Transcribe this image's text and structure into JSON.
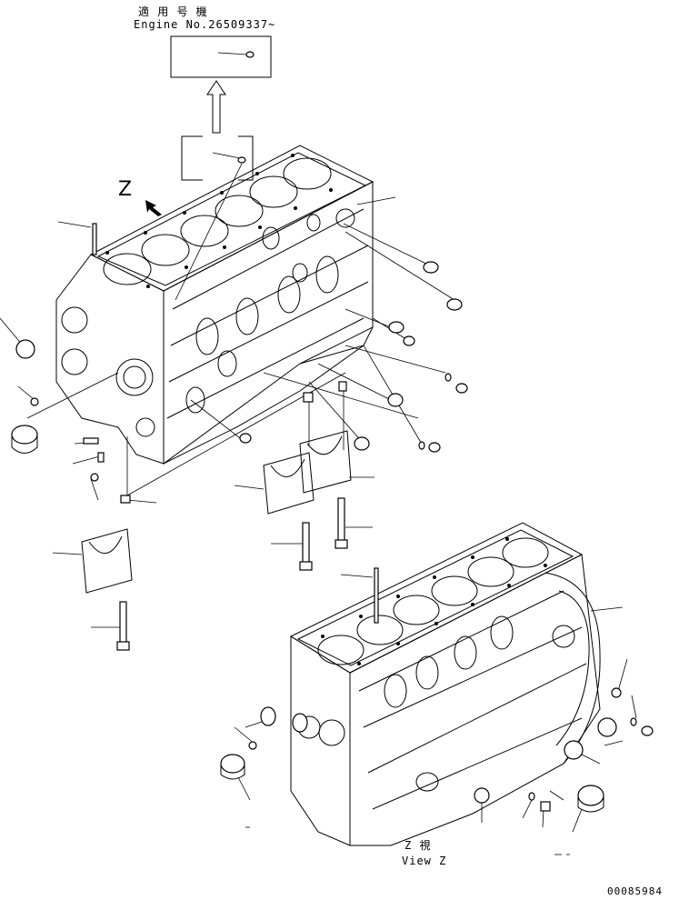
{
  "header": {
    "applicable_jp": "適 用 号 機",
    "engine_no": "Engine No.26509337~"
  },
  "view_label": {
    "letter": "Z",
    "view_jp": "Z  視",
    "view_en": "View Z"
  },
  "footer": {
    "figure_id": "00085984"
  }
}
